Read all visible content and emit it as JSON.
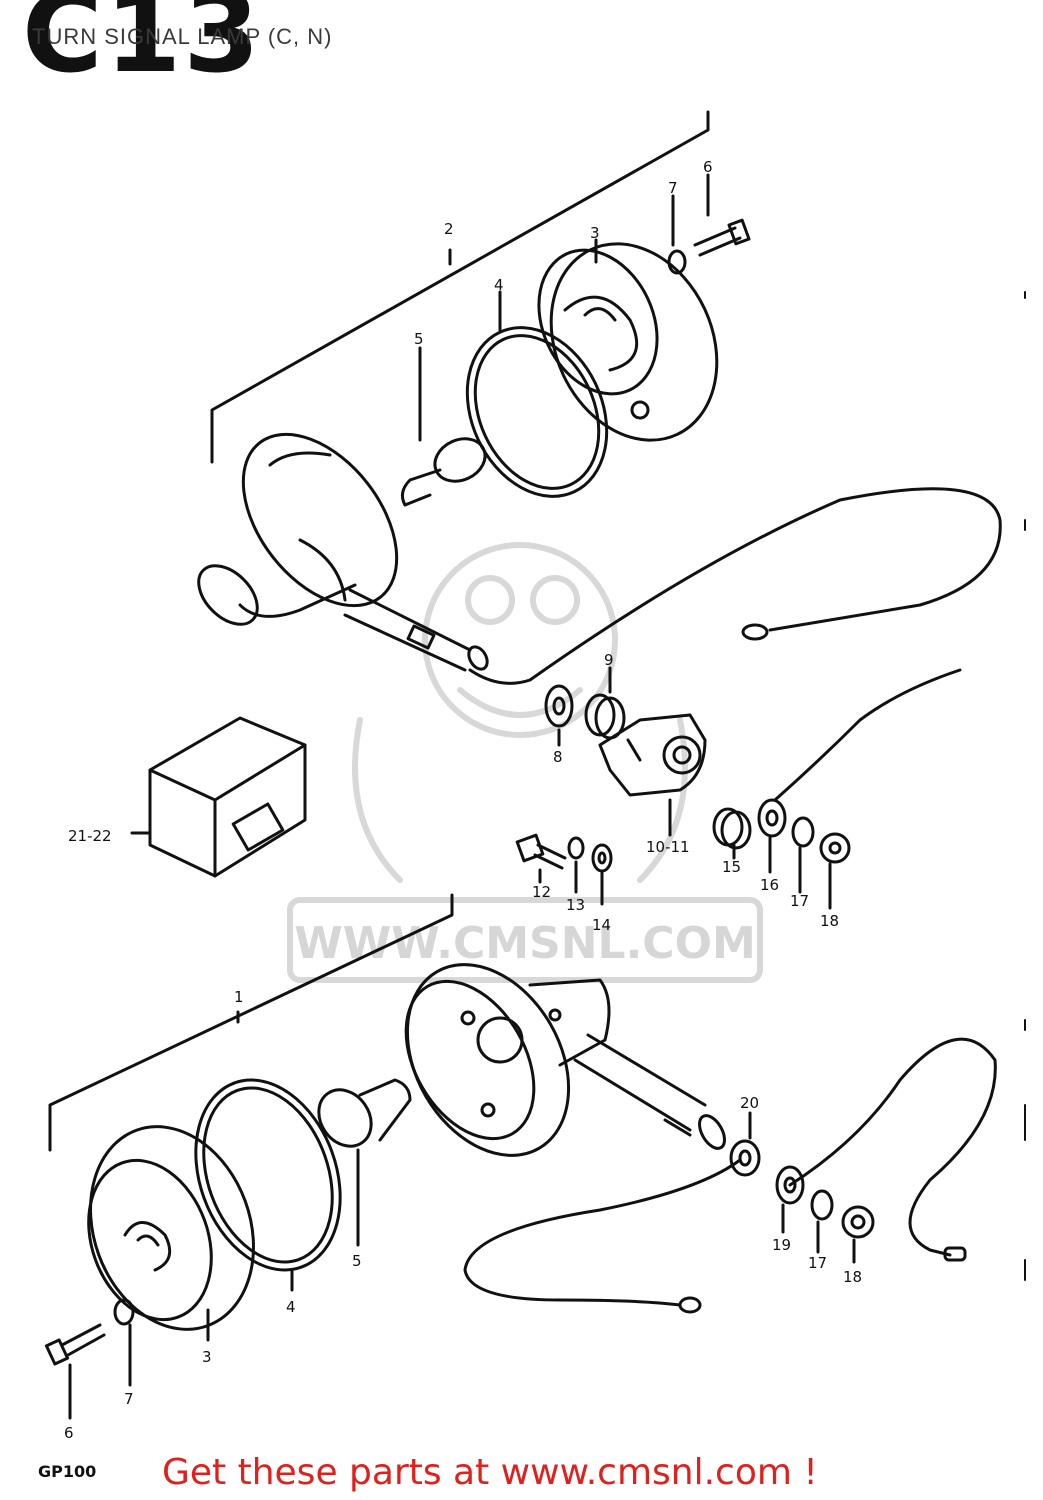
{
  "header": {
    "code": "C13",
    "title": "TURN SIGNAL LAMP (C, N)"
  },
  "watermark": {
    "text": "WWW.CMSNL.COM"
  },
  "footer": {
    "model_code": "GP100",
    "cta": "Get these parts at www.cmsnl.com !"
  },
  "callouts": {
    "c1": "1",
    "c2": "2",
    "c3_top": "3",
    "c3_bot": "3",
    "c4_top": "4",
    "c4_bot": "4",
    "c5_top": "5",
    "c5_bot": "5",
    "c6_top": "6",
    "c6_bot": "6",
    "c7_top": "7",
    "c7_bot": "7",
    "c8": "8",
    "c9": "9",
    "c10_11": "10-11",
    "c12": "12",
    "c13": "13",
    "c14": "14",
    "c15": "15",
    "c16": "16",
    "c17_top": "17",
    "c17_bot": "17",
    "c18_top": "18",
    "c18_bot": "18",
    "c19": "19",
    "c20": "20",
    "c21_22": "21-22"
  },
  "colors": {
    "ink": "#111111",
    "watermark": "#d6d6d6",
    "cta": "#e0201c"
  }
}
